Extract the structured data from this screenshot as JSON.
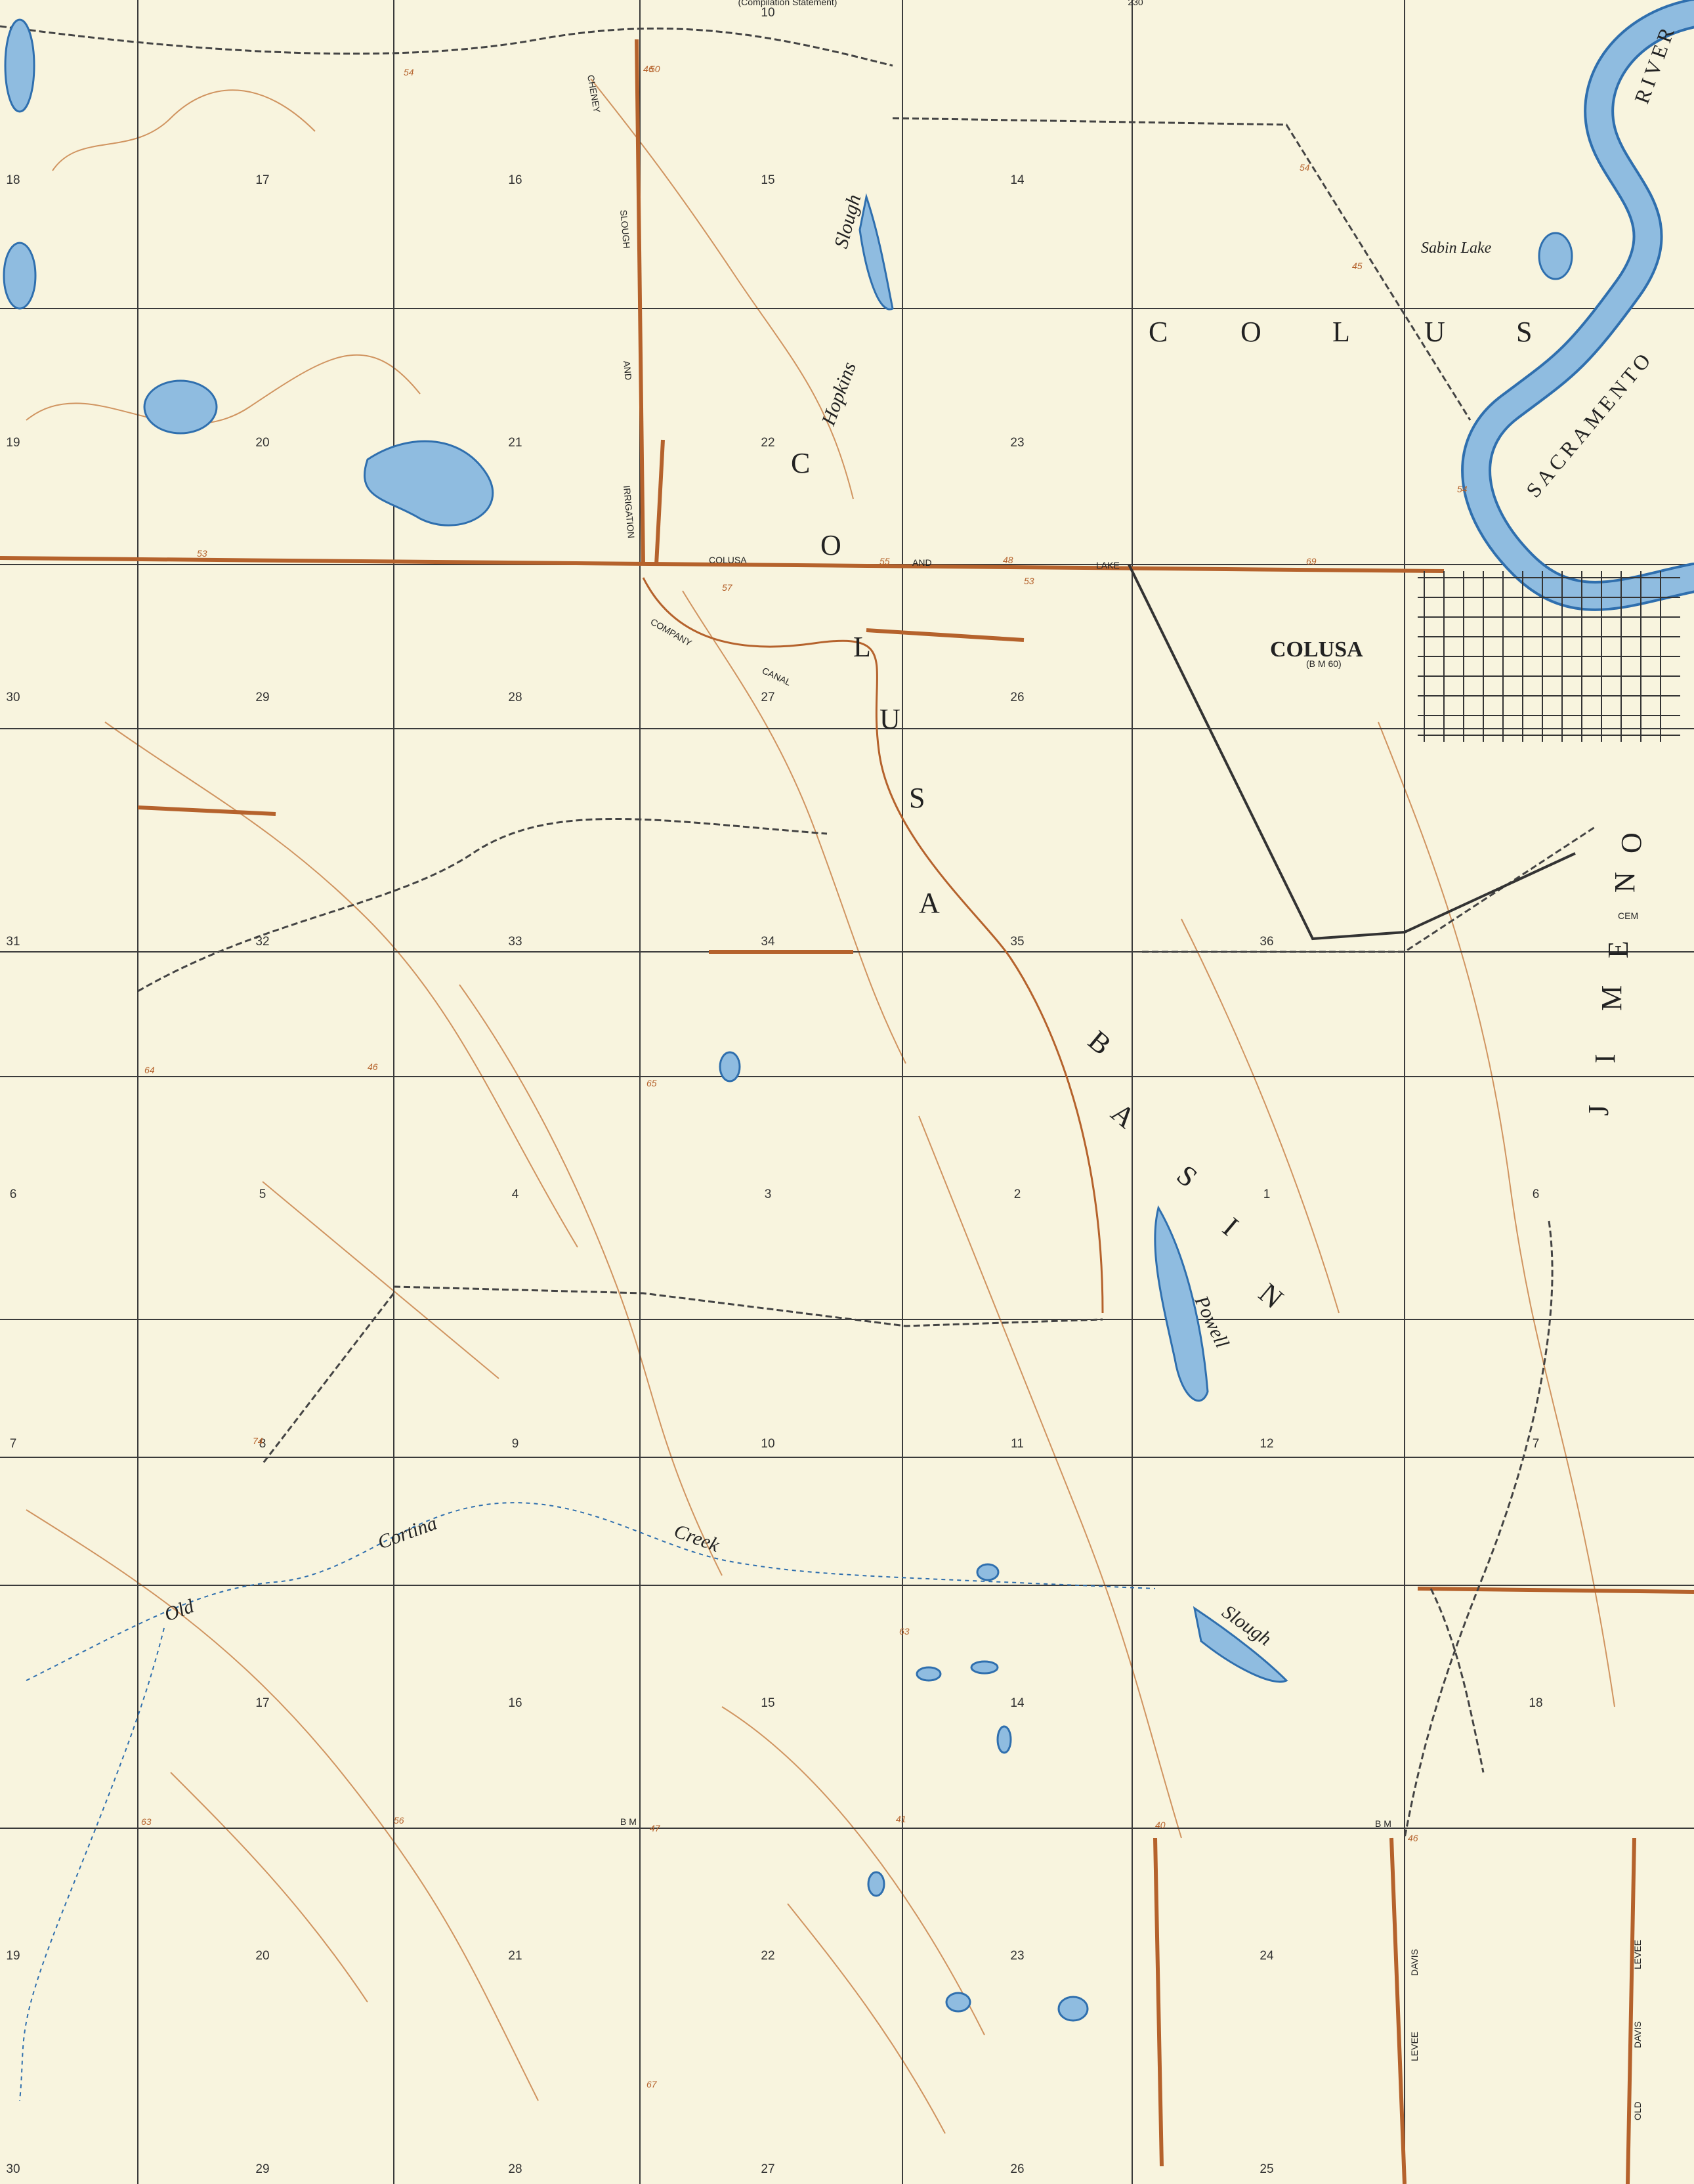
{
  "map": {
    "top_label": "(Compilation Statement)",
    "top_number": "230",
    "colors": {
      "paper": "#f8f4de",
      "water": "#8fbce0",
      "water_edge": "#2f6fae",
      "road_brown": "#b5622c",
      "contour": "#c9824a",
      "line": "#3a3a3a"
    },
    "sections": [
      {
        "label": "10",
        "col": 3,
        "row": 0
      },
      {
        "label": "18",
        "col": 0,
        "row": 1
      },
      {
        "label": "17",
        "col": 1,
        "row": 1
      },
      {
        "label": "16",
        "col": 2,
        "row": 1
      },
      {
        "label": "15",
        "col": 3,
        "row": 1
      },
      {
        "label": "14",
        "col": 4,
        "row": 1
      },
      {
        "label": "19",
        "col": 0,
        "row": 2
      },
      {
        "label": "20",
        "col": 1,
        "row": 2
      },
      {
        "label": "21",
        "col": 2,
        "row": 2
      },
      {
        "label": "22",
        "col": 3,
        "row": 2
      },
      {
        "label": "23",
        "col": 4,
        "row": 2
      },
      {
        "label": "30",
        "col": 0,
        "row": 3
      },
      {
        "label": "29",
        "col": 1,
        "row": 3
      },
      {
        "label": "28",
        "col": 2,
        "row": 3
      },
      {
        "label": "27",
        "col": 3,
        "row": 3
      },
      {
        "label": "26",
        "col": 4,
        "row": 3
      },
      {
        "label": "31",
        "col": 0,
        "row": 4
      },
      {
        "label": "32",
        "col": 1,
        "row": 4
      },
      {
        "label": "33",
        "col": 2,
        "row": 4
      },
      {
        "label": "34",
        "col": 3,
        "row": 4
      },
      {
        "label": "35",
        "col": 4,
        "row": 4
      },
      {
        "label": "36",
        "col": 5,
        "row": 4
      },
      {
        "label": "6",
        "col": 0,
        "row": 5
      },
      {
        "label": "5",
        "col": 1,
        "row": 5
      },
      {
        "label": "4",
        "col": 2,
        "row": 5
      },
      {
        "label": "3",
        "col": 3,
        "row": 5
      },
      {
        "label": "2",
        "col": 4,
        "row": 5
      },
      {
        "label": "1",
        "col": 5,
        "row": 5
      },
      {
        "label": "6",
        "col": 6,
        "row": 5
      },
      {
        "label": "7",
        "col": 0,
        "row": 6
      },
      {
        "label": "8",
        "col": 1,
        "row": 6
      },
      {
        "label": "9",
        "col": 2,
        "row": 6
      },
      {
        "label": "10",
        "col": 3,
        "row": 6
      },
      {
        "label": "11",
        "col": 4,
        "row": 6
      },
      {
        "label": "12",
        "col": 5,
        "row": 6
      },
      {
        "label": "7",
        "col": 6,
        "row": 6
      },
      {
        "label": "17",
        "col": 1,
        "row": 7
      },
      {
        "label": "16",
        "col": 2,
        "row": 7
      },
      {
        "label": "15",
        "col": 3,
        "row": 7
      },
      {
        "label": "14",
        "col": 4,
        "row": 7
      },
      {
        "label": "18",
        "col": 6,
        "row": 7
      },
      {
        "label": "19",
        "col": 0,
        "row": 8
      },
      {
        "label": "20",
        "col": 1,
        "row": 8
      },
      {
        "label": "21",
        "col": 2,
        "row": 8
      },
      {
        "label": "22",
        "col": 3,
        "row": 8
      },
      {
        "label": "23",
        "col": 4,
        "row": 8
      },
      {
        "label": "24",
        "col": 5,
        "row": 8
      },
      {
        "label": "30",
        "col": 0,
        "row": 9
      },
      {
        "label": "29",
        "col": 1,
        "row": 9
      },
      {
        "label": "28",
        "col": 2,
        "row": 9
      },
      {
        "label": "27",
        "col": 3,
        "row": 9
      },
      {
        "label": "26",
        "col": 4,
        "row": 9
      },
      {
        "label": "25",
        "col": 5,
        "row": 9
      }
    ],
    "county_letters_top": [
      "C",
      "O",
      "L",
      "U",
      "S"
    ],
    "colusa_vertical": [
      "C",
      "O",
      "L",
      "U",
      "S",
      "A"
    ],
    "basin_letters": [
      "B",
      "A",
      "S",
      "I",
      "N"
    ],
    "jimeno_letters": [
      "J",
      "I",
      "M",
      "E",
      "N",
      "O"
    ],
    "town": {
      "name": "COLUSA",
      "bm": "(B M 60)"
    },
    "river_label": {
      "word1": "SACRAMENTO",
      "word2": "RIVER"
    },
    "waters": {
      "hopkins": "Hopkins",
      "slough1": "Slough",
      "powell": "Powell",
      "slough2": "Slough",
      "cortina": "Cortina",
      "creek": "Creek",
      "old": "Old",
      "sabin_lake": "Sabin Lake"
    },
    "canal_labels": {
      "cheney": "CHENEY",
      "slough": "SLOUGH",
      "and": "AND",
      "irrigation": "IRRIGATION",
      "company": "COMPANY",
      "canal": "CANAL"
    },
    "road_labels": {
      "colusa": "COLUSA",
      "and": "AND",
      "lake": "LAKE",
      "cem": "CEM"
    },
    "levees": {
      "davis": "DAVIS",
      "levee": "LEVEE",
      "old": "OLD",
      "davis2": "DAVIS",
      "levee2": "LEVEE"
    },
    "benchmarks": [
      "B M",
      "B M"
    ],
    "elevations": [
      "46",
      "50",
      "54",
      "53",
      "55",
      "48",
      "53",
      "69",
      "54",
      "54",
      "45",
      "57",
      "64",
      "46",
      "65",
      "74",
      "63",
      "56",
      "47",
      "41",
      "40",
      "46",
      "63",
      "67"
    ]
  }
}
